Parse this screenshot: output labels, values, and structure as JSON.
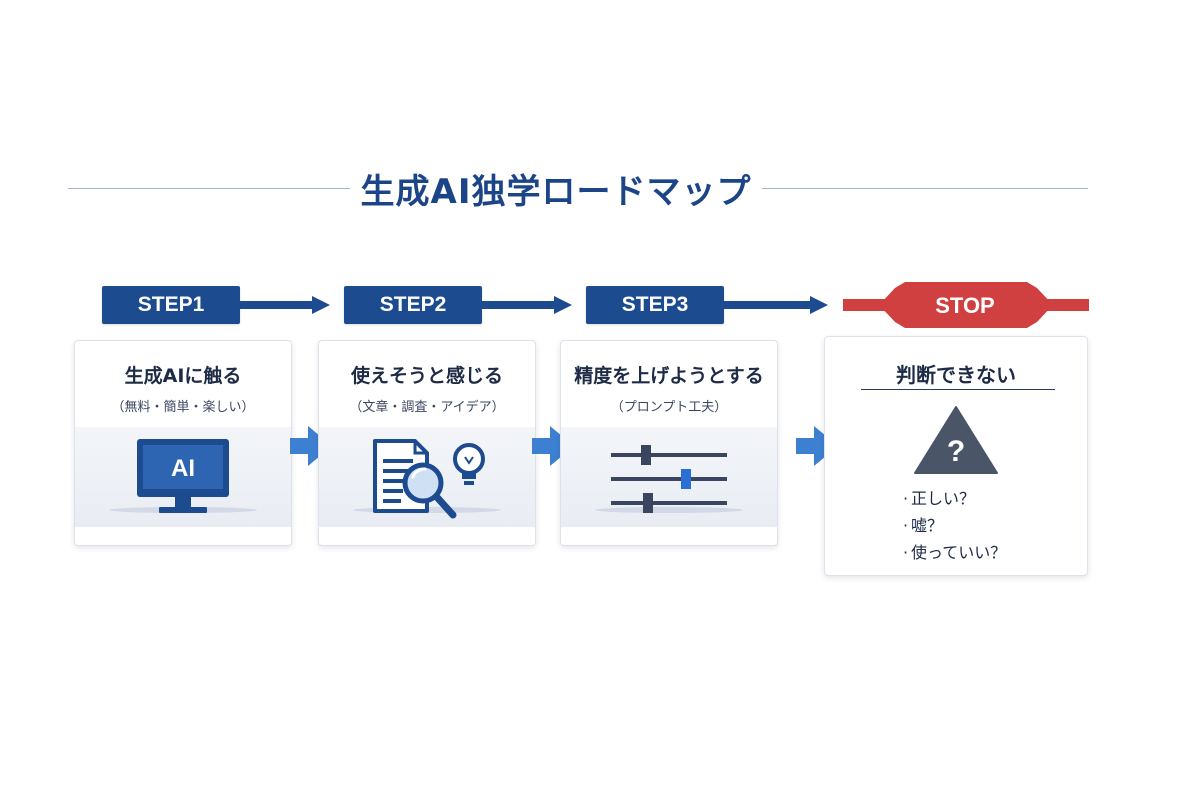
{
  "title": "生成AI独学ロードマップ",
  "steps": [
    {
      "badge": "STEP1",
      "title": "生成AIに触る",
      "subtitle": "（無料・簡単・楽しい）",
      "icon": "monitor-ai-icon",
      "icon_text": "AI"
    },
    {
      "badge": "STEP2",
      "title": "使えそうと感じる",
      "subtitle": "（文章・調査・アイデア）",
      "icon": "document-search-bulb-icon"
    },
    {
      "badge": "STEP3",
      "title": "精度を上げようとする",
      "subtitle": "（プロンプト工夫）",
      "icon": "sliders-icon"
    }
  ],
  "stop": {
    "badge": "STOP",
    "title": "判断できない",
    "icon": "warning-question-icon",
    "icon_text": "?",
    "questions": [
      "正しい？",
      "嘘？",
      "使っていい？"
    ]
  },
  "colors": {
    "primary": "#1c4b8f",
    "title": "#1c4587",
    "flow_arrow": "#3d7fd1",
    "stop": "#d14040",
    "warning": "#4b5568",
    "slider_accent": "#2a6fd6"
  }
}
